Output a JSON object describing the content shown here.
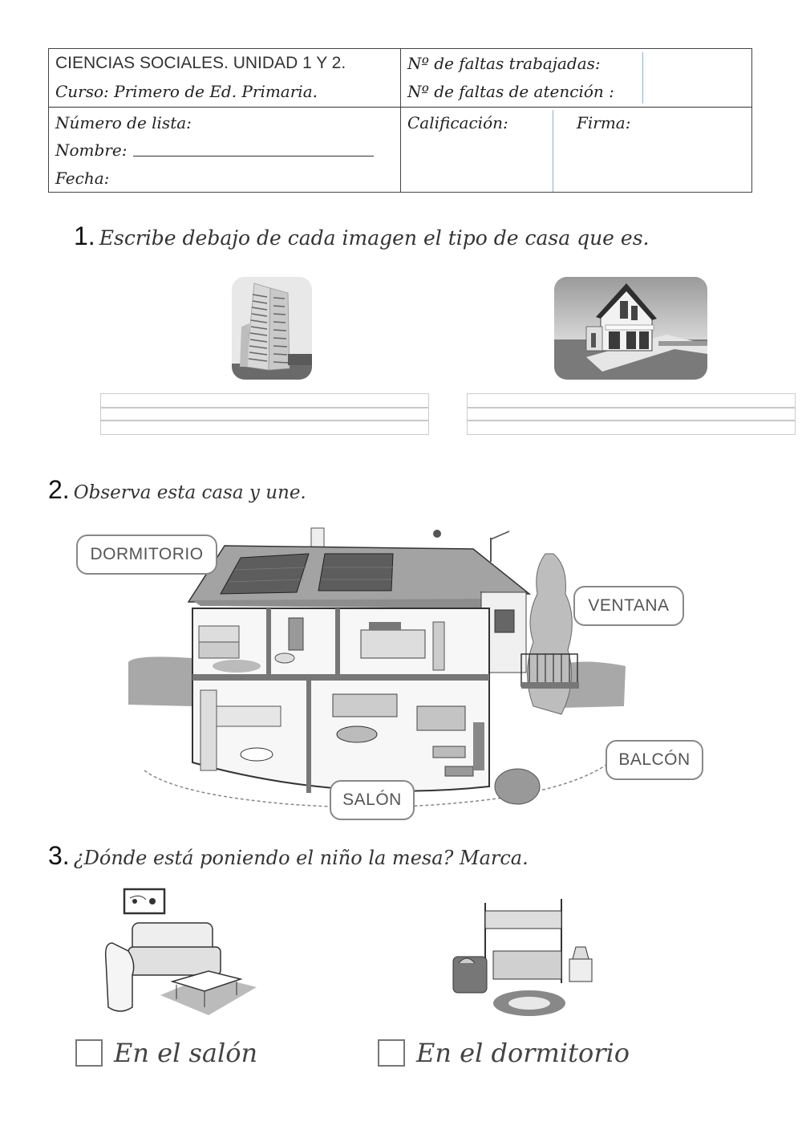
{
  "header": {
    "title": "CIENCIAS SOCIALES. UNIDAD 1 Y 2.",
    "course": "Curso: Primero de Ed. Primaria.",
    "faltas_trabajadas": "Nº de faltas trabajadas:",
    "faltas_atencion": "Nº de faltas de atención :",
    "numero_lista": "Número de lista:",
    "nombre": "Nombre:",
    "fecha": "Fecha:",
    "calificacion": "Calificación:",
    "firma": "Firma:"
  },
  "exercise1": {
    "number": "1.",
    "instruction": "Escribe debajo de cada imagen el tipo de casa que es.",
    "images": [
      {
        "subject": "apartment-building-photo"
      },
      {
        "subject": "detached-house-photo"
      }
    ]
  },
  "exercise2": {
    "number": "2.",
    "instruction": "Observa esta casa y une.",
    "labels": [
      "DORMITORIO",
      "VENTANA",
      "BALCÓN",
      "SALÓN"
    ]
  },
  "exercise3": {
    "number": "3.",
    "instruction": "¿Dónde está poniendo el niño la mesa? Marca.",
    "options": [
      {
        "label": "En el salón",
        "checked": false
      },
      {
        "label": "En el dormitorio",
        "checked": false
      }
    ]
  },
  "colors": {
    "border": "#444444",
    "label_border": "#888888",
    "blue_rule": "#8fb0d0"
  }
}
